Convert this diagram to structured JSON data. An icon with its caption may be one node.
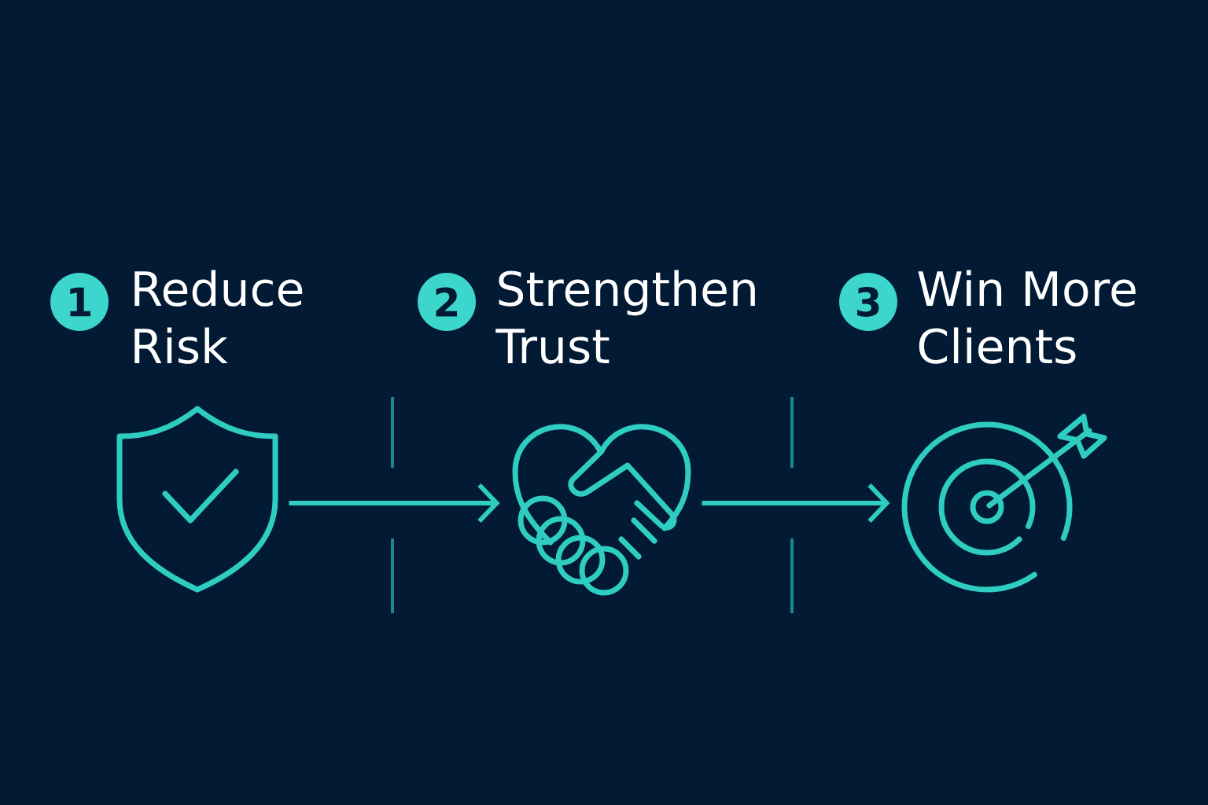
{
  "diagram": {
    "nodes": [
      {
        "text": [
          "1"
        ],
        "beside": [
          "Reduce Risk"
        ]
      },
      {
        "text": [
          "2"
        ],
        "beside": [
          "Strengthen Trust"
        ]
      },
      {
        "text": [
          "3"
        ],
        "beside": [
          "Win More Clients"
        ]
      },
      {
        "text": [],
        "shape": "picture"
      },
      {
        "text": [],
        "shape": "picture"
      },
      {
        "text": [],
        "shape": "picture"
      }
    ],
    "edges": [
      {
        "from": 3,
        "to": 4,
        "arrow": "to"
      },
      {
        "from": 4,
        "to": 5,
        "arrow": "to"
      }
    ]
  }
}
